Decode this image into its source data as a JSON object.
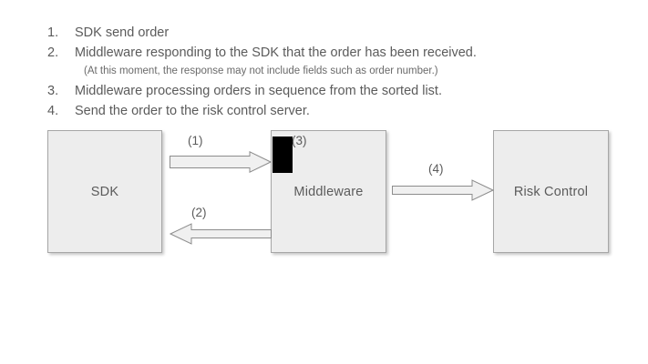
{
  "page": {
    "background_color": "#ffffff",
    "text_color": "#5b5b5b"
  },
  "steps": {
    "items": [
      {
        "num": "1.",
        "text": "SDK send order"
      },
      {
        "num": "2.",
        "text": "Middleware responding to the SDK that the order has been received."
      },
      {
        "num": "3.",
        "text": "Middleware processing orders in sequence from the sorted list."
      },
      {
        "num": "4.",
        "text": "Send the order to the risk control server."
      }
    ],
    "subnote": "(At this moment, the response may not include fields such as order number.)"
  },
  "diagram": {
    "boxes": [
      {
        "id": "sdk",
        "label": "SDK",
        "fill": "#ededed",
        "border": "#a6a6a6"
      },
      {
        "id": "mid",
        "label": "Middleware",
        "fill": "#ededed",
        "border": "#a6a6a6"
      },
      {
        "id": "risk",
        "label": "Risk Control",
        "fill": "#ededed",
        "border": "#a6a6a6"
      }
    ],
    "marker": {
      "name": "processing-block",
      "color": "#000000"
    },
    "arrows": [
      {
        "id": "a1",
        "label": "(1)",
        "direction": "right",
        "from": "sdk",
        "to": "mid"
      },
      {
        "id": "a2",
        "label": "(2)",
        "direction": "left",
        "from": "mid",
        "to": "sdk"
      },
      {
        "id": "a3",
        "label": "(3)",
        "direction": "none",
        "from": "mid",
        "to": "mid"
      },
      {
        "id": "a4",
        "label": "(4)",
        "direction": "right",
        "from": "mid",
        "to": "risk"
      }
    ],
    "arrow_fill": "#f0f0f0",
    "arrow_stroke": "#8c8c8c"
  }
}
